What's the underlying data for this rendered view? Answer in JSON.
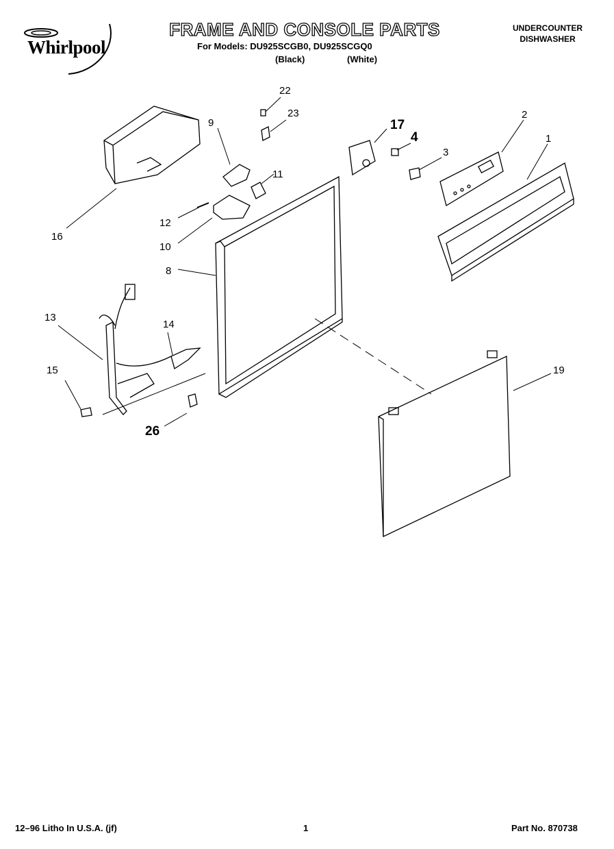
{
  "header": {
    "brand": "Whirlpool",
    "title": "FRAME AND CONSOLE PARTS",
    "models_line": "For Models: DU925SCGB0, DU925SCGQ0",
    "variant_black": "(Black)",
    "variant_white": "(White)",
    "category_line1": "UNDERCOUNTER",
    "category_line2": "DISHWASHER"
  },
  "callouts": {
    "c1": "1",
    "c2": "2",
    "c3": "3",
    "c4": "4",
    "c8": "8",
    "c9": "9",
    "c10": "10",
    "c11": "11",
    "c12": "12",
    "c13": "13",
    "c14": "14",
    "c15": "15",
    "c16": "16",
    "c17": "17",
    "c19": "19",
    "c22": "22",
    "c23": "23",
    "c26": "26"
  },
  "footer": {
    "print_info": "12–96 Litho In U.S.A. (jf)",
    "page_number": "1",
    "part_number": "Part No. 870738"
  }
}
